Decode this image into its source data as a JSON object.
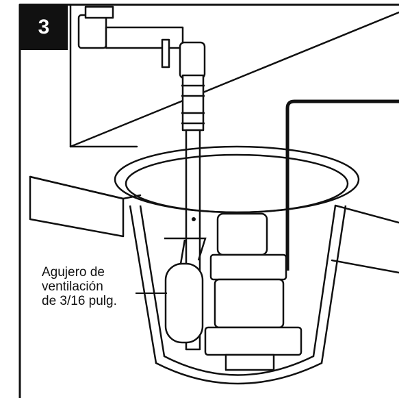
{
  "step": {
    "number": "3"
  },
  "callout": {
    "line1": "Agujero de",
    "line2": "ventilación",
    "line3": "de 3/16 pulg."
  }
}
